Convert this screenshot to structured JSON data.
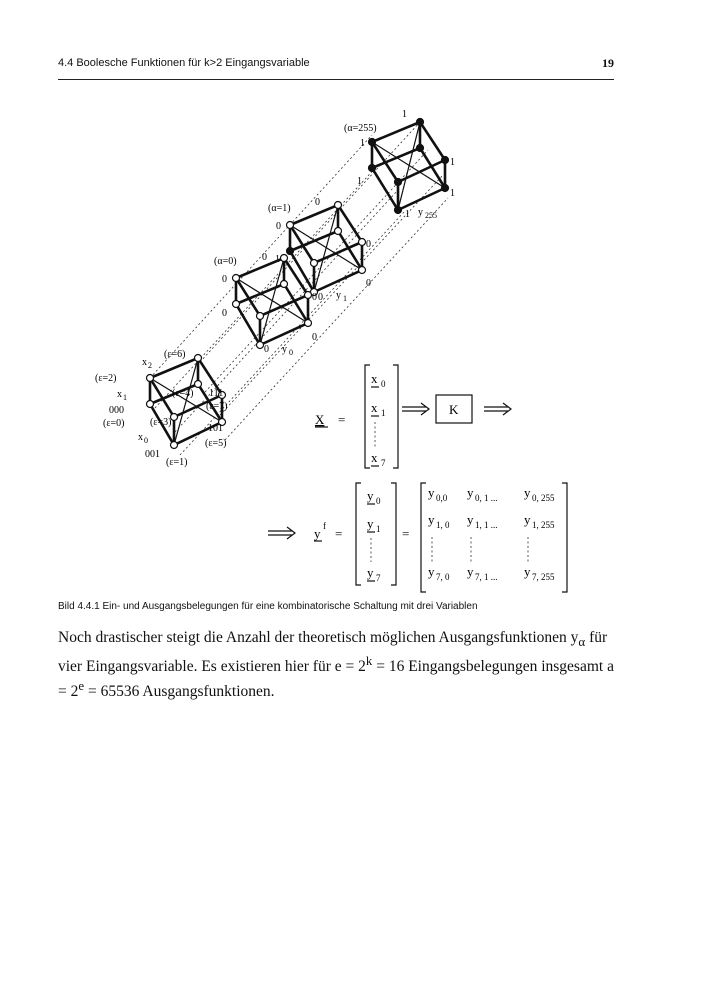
{
  "header": {
    "section_title": "4.4 Boolesche Funktionen für k>2 Eingangsvariable",
    "page_number": "19"
  },
  "figure": {
    "cube_labels": {
      "alpha255": "(α=255)",
      "alpha1": "(α=1)",
      "alpha0": "(α=0)",
      "y255": "y",
      "y255_sub": "255",
      "y1": "y",
      "y1_sub": "1",
      "y0": "y",
      "y0_sub": "0",
      "one": "1",
      "zero": "0"
    },
    "input_cube": {
      "eps2": "(ε=2)",
      "eps6": "(ε=6)",
      "eps4": "(ε=4)",
      "eps7": "(ε=7)",
      "eps3": "(ε=3)",
      "eps0": "(ε=0)",
      "eps5": "(ε=5)",
      "eps1": "(ε=1)",
      "x2": "x",
      "x2_sub": "2",
      "x1": "x",
      "x1_sub": "1",
      "x0": "x",
      "x0_sub": "0",
      "v000": "000",
      "v111": "111",
      "v101": "101",
      "v001": "001"
    },
    "equation1": {
      "lhs": "X",
      "equals": "=",
      "entries": [
        {
          "sym": "x",
          "sub": "0"
        },
        {
          "sym": "x",
          "sub": "1"
        },
        {
          "sym": "x",
          "sub": "7"
        }
      ],
      "box": "K"
    },
    "equation2": {
      "lhs": "y",
      "lhs_sup": "f",
      "equals": "=",
      "vector": [
        {
          "sym": "y",
          "sub": "0"
        },
        {
          "sym": "y",
          "sub": "1"
        },
        {
          "sym": "y",
          "sub": "7"
        }
      ],
      "matrix_rows": [
        [
          "y",
          "0,0",
          "y",
          "0, 1 ...",
          "y",
          "0, 255"
        ],
        [
          "y",
          "1, 0",
          "y",
          "1, 1 ...",
          "y",
          "1, 255"
        ],
        [
          "y",
          "7, 0",
          "y",
          "7, 1 ...",
          "y",
          "7, 255"
        ]
      ]
    }
  },
  "caption": "Bild 4.4.1 Ein- und Ausgangsbelegungen für eine kombinatorische Schaltung mit drei Variablen",
  "paragraph": {
    "part1": "Noch drastischer steigt die Anzahl der theoretisch möglichen Ausgangsfunktionen y",
    "sub_alpha": "α",
    "part2": " für vier Eingangsvariable. Es existieren hier für e = 2",
    "sup_k": "k",
    "part3": " = 16 Eingangsbelegungen insgesamt a = 2",
    "sup_e": "e",
    "part4": " = 65536 Ausgangsfunktionen."
  }
}
